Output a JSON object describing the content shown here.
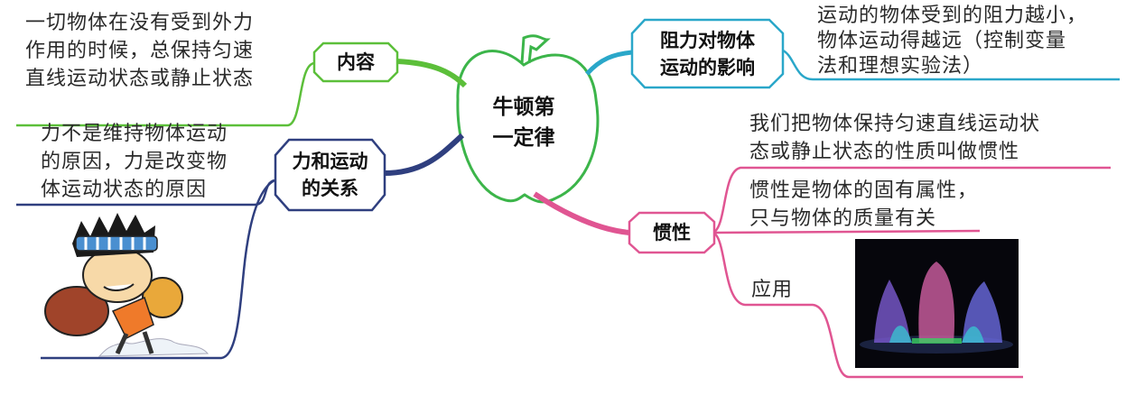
{
  "center": {
    "line1": "牛顿第",
    "line2": "一定律",
    "color": "#3cb54a"
  },
  "branches": {
    "content": {
      "label": "内容",
      "color": "#5cbf3a",
      "text": [
        "一切物体在没有受到外力",
        "作用的时候，总保持匀速",
        "直线运动状态或静止状态"
      ]
    },
    "force_motion": {
      "label_lines": [
        "力和运动",
        "的关系"
      ],
      "color": "#2f3f7f",
      "text": [
        "力不是维持物体运动",
        "的原因，力是改变物",
        "体运动状态的原因"
      ]
    },
    "resistance": {
      "label_lines": [
        "阻力对物体",
        "运动的影响"
      ],
      "color": "#2aa7c9",
      "text": [
        "运动的物体受到的阻力越小，",
        "物体运动得越远（控制变量",
        "法和理想实验法）"
      ]
    },
    "inertia": {
      "label": "惯性",
      "color": "#e05592",
      "definition": [
        "我们把物体保持匀速直线运动状",
        "态或静止状态的性质叫做惯性"
      ],
      "property": [
        "惯性是物体的固有属性，",
        "只与物体的质量有关"
      ],
      "application": "应用"
    }
  },
  "images": {
    "cartoon": "table-tennis-player",
    "photo": "fountain-at-night"
  }
}
